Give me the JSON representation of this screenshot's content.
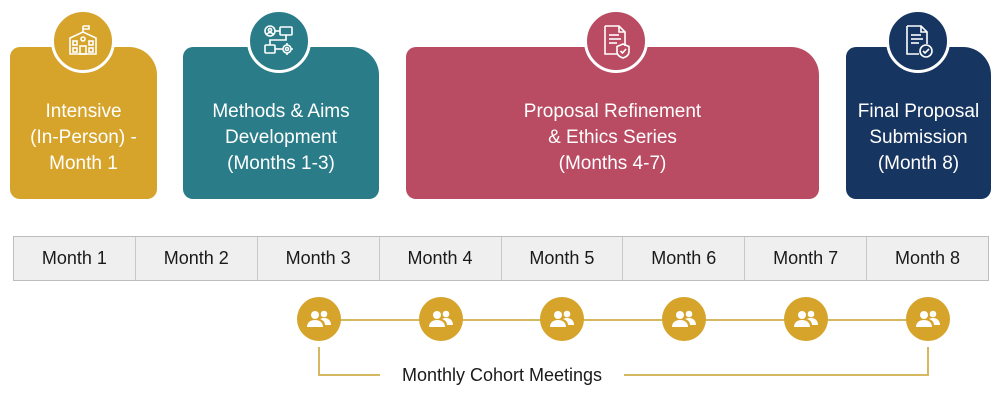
{
  "colors": {
    "gold": "#d6a32b",
    "teal": "#2a7c88",
    "crimson": "#b94b62",
    "navy": "#173561"
  },
  "phases": [
    {
      "label": "Intensive\n(In-Person) -\nMonth 1",
      "icon": "school-building-icon"
    },
    {
      "label": "Methods & Aims\nDevelopment\n(Months 1-3)",
      "icon": "workflow-gear-icon"
    },
    {
      "label": "Proposal Refinement\n& Ethics Series\n(Months 4-7)",
      "icon": "document-shield-icon"
    },
    {
      "label": "Final Proposal\nSubmission\n(Month 8)",
      "icon": "document-check-icon"
    }
  ],
  "months": [
    "Month 1",
    "Month 2",
    "Month 3",
    "Month 4",
    "Month 5",
    "Month 6",
    "Month 7",
    "Month 8"
  ],
  "meetings": {
    "label": "Monthly Cohort Meetings",
    "icon": "people-group-icon",
    "months_covered": [
      "Month 3",
      "Month 4",
      "Month 5",
      "Month 6",
      "Month 7",
      "Month 8"
    ]
  }
}
